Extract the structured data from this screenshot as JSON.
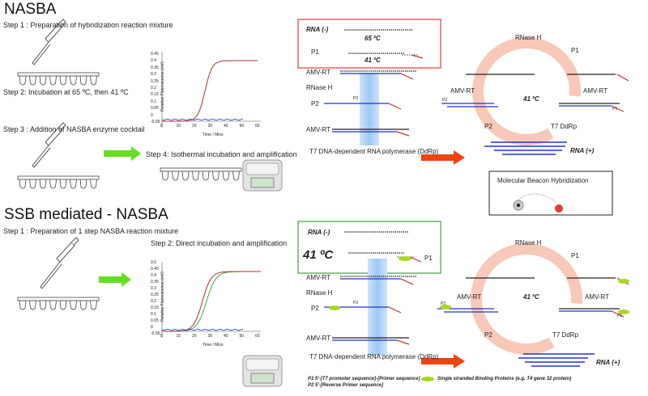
{
  "top": {
    "title": "NASBA",
    "steps": [
      "Step 1 : Preparation of hybridization reaction mixture",
      "Step 2: Incubation at 65 ºC, then 41 ºC",
      "Step 3 : Addition of NASBA enzyme cocktail",
      "Step 4: Isothermal incubation and amplification"
    ],
    "chart": {
      "ylabel": "Relative Fluorescence (mV)",
      "xlabel": "Time / Mins",
      "yticks": [
        "0.45",
        "0.4",
        "0.35",
        "0.3",
        "0.25",
        "0.2",
        "0.15",
        "0.1",
        "0.05",
        "0",
        "-0.05"
      ],
      "xticks": [
        "0",
        "10",
        "20",
        "30",
        "40",
        "50",
        "60"
      ]
    },
    "box": {
      "rna": "RNA (-)",
      "temp1": "65 ºC",
      "p1": "P1",
      "temp2": "41 ºC"
    },
    "labels": {
      "amv1": "AMV-RT",
      "rnaseh": "RNase H",
      "p2": "P2",
      "p2small": "P2",
      "amv2": "AMV-RT",
      "t7": "T7 DNA-dependent RNA polymerase (DdRp)"
    },
    "cycle": {
      "rnaseh": "RNase H",
      "p1": "P1",
      "amv_left": "AMV-RT",
      "amv_right": "AMV-RT",
      "temp": "41 ºC",
      "p2": "P2",
      "t7": "T7 DdRp",
      "p2small": "P2",
      "p1small": "P1",
      "rna_plus": "RNA (+)"
    },
    "beacon": "Molecular Beacon Hybridization"
  },
  "bottom": {
    "title": "SSB mediated - NASBA",
    "steps": [
      "Step 1 : Preparation of 1 step NASBA reaction mixture",
      "Step 2: Direct incubation and amplification"
    ],
    "chart": {
      "ylabel": "Relative Fluorescence (mV)",
      "xlabel": "Time / Mins",
      "yticks": [
        "0.5",
        "0.45",
        "0.4",
        "0.35",
        "0.3",
        "0.25",
        "0.2",
        "0.15",
        "0.1",
        "0.05",
        "0",
        "-0.05"
      ],
      "xticks": [
        "0",
        "10",
        "20",
        "30",
        "40",
        "50",
        "60"
      ]
    },
    "box": {
      "rna": "RNA (-)",
      "temp": "41 ºC",
      "p1": "P1"
    },
    "labels": {
      "amv1": "AMV-RT",
      "rnaseh": "RNase H",
      "p2": "P2",
      "p2small": "P2",
      "amv2": "AMV-RT",
      "t7": "T7 DNA-dependent RNA polymerase (DdRp)"
    },
    "cycle": {
      "rnaseh": "RNase H",
      "p1": "P1",
      "amv_left": "AMV-RT",
      "amv_right": "AMV-RT",
      "temp": "41 ºC",
      "p2": "P2",
      "t7": "T7 DdRp",
      "p2small": "P2",
      "p1small": "P1",
      "rna_plus": "RNA (+)"
    },
    "legend": {
      "p1": "P1 5'-[T7 promoter sequence]-[Primer sequence]",
      "p2": "P2 5'-[Reverse Primer sequence]",
      "ssb": "Single stranded Binding Proteins (e.g. T4 gene 32 protein)"
    }
  },
  "colors": {
    "box_top": "#e53935",
    "box_bottom": "#43a047",
    "arrow_green": "#66dd22",
    "arrow_red": "#ee4411",
    "strand_blue": "#2233cc",
    "circle": "#f8c8b8",
    "curve_red": "#b03030",
    "curve_green": "#44aa44",
    "curve_blue": "#2244cc"
  }
}
